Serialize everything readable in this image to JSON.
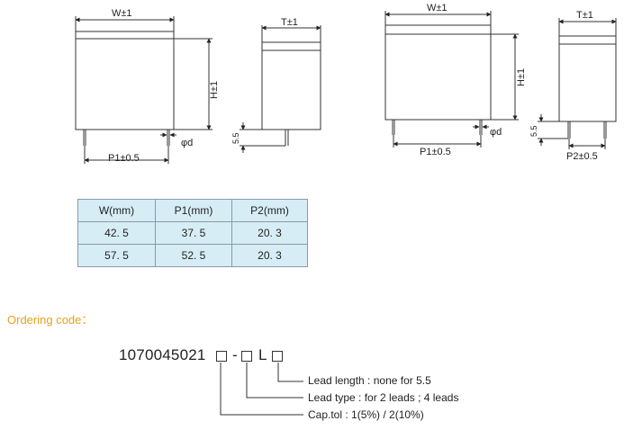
{
  "drawing_left": {
    "front": {
      "width_label": "W±1",
      "height_label": "H±1",
      "pitch_label": "P1±0.5",
      "pin_label": "φd"
    },
    "side": {
      "thickness_label": "T±1",
      "lead_label": "5.5"
    }
  },
  "drawing_right": {
    "front": {
      "width_label": "W±1",
      "height_label": "H±1",
      "pitch_label": "P1±0.5",
      "pin_label": "φd"
    },
    "side": {
      "thickness_label": "T±1",
      "lead_label": "5.5",
      "pitch2_label": "P2±0.5"
    }
  },
  "table": {
    "headers": [
      "W(mm)",
      "P1(mm)",
      "P2(mm)"
    ],
    "rows": [
      [
        "42. 5",
        "37. 5",
        "20. 3"
      ],
      [
        "57. 5",
        "52. 5",
        "20. 3"
      ]
    ]
  },
  "ordering": {
    "title": "Ordering code：",
    "base_code": "1070045021",
    "separator": "-",
    "lead_prefix": "L",
    "notes": [
      "Lead length : none for 5.5",
      "Lead type : for 2 leads ; 4 leads",
      "Cap.tol : 1(5%) / 2(10%)"
    ]
  }
}
